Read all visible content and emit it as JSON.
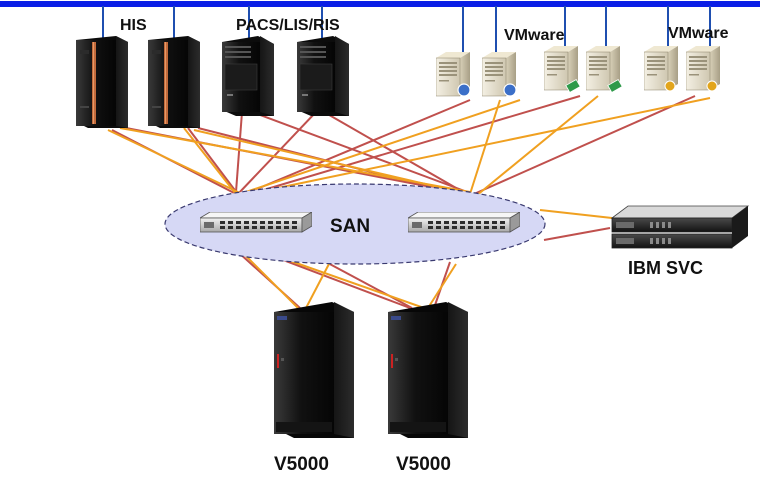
{
  "labels": {
    "his": "HIS",
    "pacs": "PACS/LIS/RIS",
    "vmware_1": "VMware",
    "vmware_2": "VMware",
    "san": "SAN",
    "svc": "IBM SVC",
    "storage_1": "V5000",
    "storage_2": "V5000"
  },
  "colors": {
    "network_bus": "#0a1ee6",
    "drop_line": "#1f4fb0",
    "fc_red": "#c0504d",
    "fc_orange": "#f0a020",
    "san_fill": "#d6d8f5",
    "san_border": "#3a3a70"
  },
  "icons": [
    "mainframe-server-icon",
    "tower-server-icon",
    "vmware-host-icon",
    "san-switch-icon",
    "svc-appliance-icon",
    "storage-cabinet-icon"
  ]
}
